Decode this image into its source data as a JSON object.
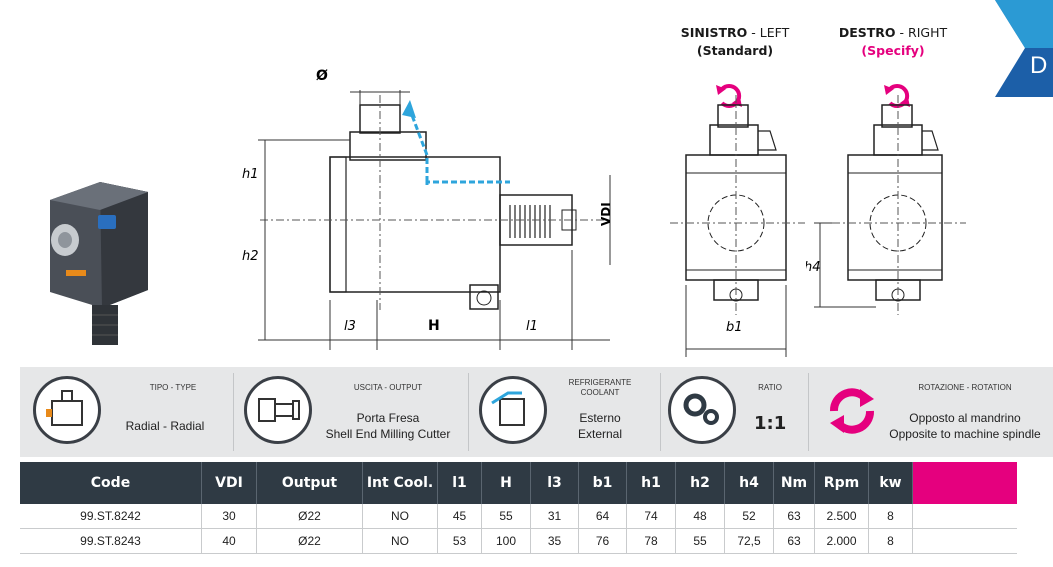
{
  "corner_tab": {
    "letter": "D",
    "colors": {
      "dark": "#1c5fa8",
      "light": "#2ea5dc"
    }
  },
  "diagram": {
    "labels": {
      "diameter": "Ø",
      "h1": "h1",
      "h2": "h2",
      "l3": "l3",
      "H": "H",
      "l1": "l1",
      "vdi": "VDI",
      "h4": "h4",
      "b1": "b1"
    }
  },
  "sides": {
    "left": {
      "bold": "SINISTRO",
      "light": " - LEFT",
      "sub": "(Standard)"
    },
    "right": {
      "bold": "DESTRO",
      "light": " - RIGHT",
      "sub": "(Specify)"
    }
  },
  "info": {
    "type": {
      "caption": "TIPO - TYPE",
      "value": "Radial - Radial"
    },
    "output": {
      "caption": "USCITA - OUTPUT",
      "value1": "Porta Fresa",
      "value2": "Shell End Milling Cutter"
    },
    "coolant": {
      "caption1": "REFRIGERANTE",
      "caption2": "COOLANT",
      "value1": "Esterno",
      "value2": "External"
    },
    "ratio": {
      "caption": "RATIO",
      "value": "1:1"
    },
    "rotation": {
      "caption": "ROTAZIONE - ROTATION",
      "value1": "Opposto al mandrino",
      "value2": "Opposite to machine spindle"
    }
  },
  "table": {
    "headers": [
      "Code",
      "VDI",
      "Output",
      "Int Cool.",
      "l1",
      "H",
      "l3",
      "b1",
      "h1",
      "h2",
      "h4",
      "Nm",
      "Rpm",
      "kw"
    ],
    "rows": [
      [
        "99.ST.8242",
        "30",
        "Ø22",
        "NO",
        "45",
        "55",
        "31",
        "64",
        "74",
        "48",
        "52",
        "63",
        "2.500",
        "8"
      ],
      [
        "99.ST.8243",
        "40",
        "Ø22",
        "NO",
        "53",
        "100",
        "35",
        "76",
        "78",
        "55",
        "72,5",
        "63",
        "2.000",
        "8"
      ]
    ]
  },
  "colors": {
    "accent": "#e5007e",
    "header_bg": "#2f3a44",
    "strip_bg": "#e6e7e8",
    "coolant_arrow": "#2ea5dc"
  }
}
